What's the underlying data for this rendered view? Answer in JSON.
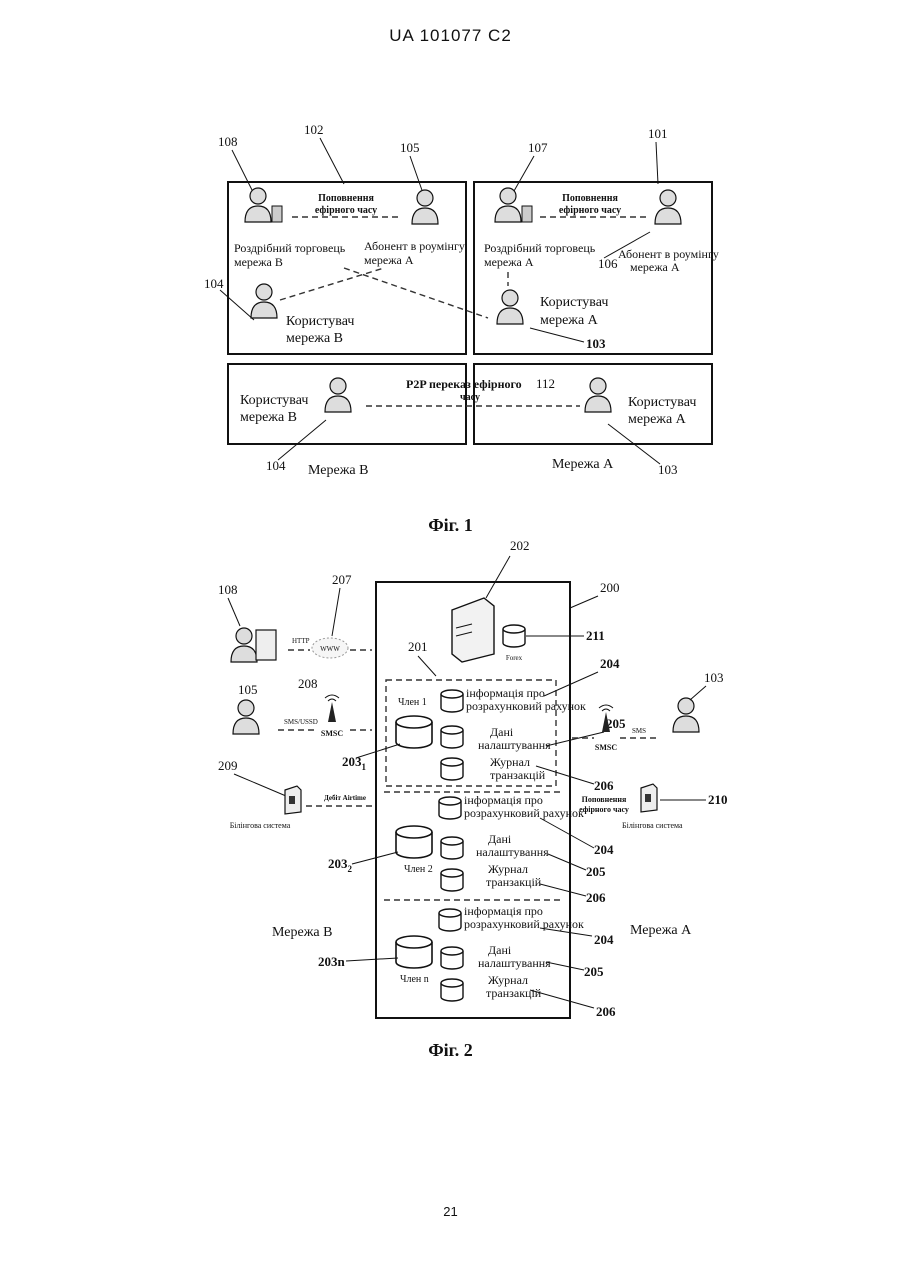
{
  "header": "UA   101077   C2",
  "page_number": "21",
  "fig1": {
    "caption": "Фіг. 1",
    "refs": {
      "r102": "102",
      "r101": "101",
      "r108": "108",
      "r105": "105",
      "r107": "107",
      "r104a": "104",
      "r106": "106",
      "r103a": "103",
      "r112": "112",
      "r104b": "104",
      "r103b": "103"
    },
    "top_left": {
      "refill_l1": "Поповнення",
      "refill_l2": "ефірного часу",
      "retailer_l1": "Роздрібний торговець",
      "retailer_l2": "мережа В",
      "roamer_l1": "Абонент в роумінгу",
      "roamer_l2": "мережа А",
      "user_l1": "Користувач",
      "user_l2": "мережа В"
    },
    "top_right": {
      "refill_l1": "Поповнення",
      "refill_l2": "ефірного часу",
      "retailer_l1": "Роздрібний торговець",
      "retailer_l2": "мережа А",
      "roamer_l1": "Абонент в роумінгу",
      "roamer_l2": "мережа А",
      "user_l1": "Користувач",
      "user_l2": "мережа А"
    },
    "bottom": {
      "p2p_l1": "P2P переказ  ефірного",
      "p2p_l2": "часу",
      "userB_l1": "Користувач",
      "userB_l2": "мережа В",
      "userA_l1": "Користувач",
      "userA_l2": "мережа А",
      "netB": "Мережа В",
      "netA": "Мережа А"
    }
  },
  "fig2": {
    "caption": "Фіг. 2",
    "refs": {
      "r202": "202",
      "r200": "200",
      "r108": "108",
      "r207": "207",
      "r211": "211",
      "r201": "201",
      "r204a": "204",
      "r105": "105",
      "r208": "208",
      "r205a": "205",
      "r103": "103",
      "r203_1": "203",
      "r203_1_sub": "1",
      "r206a": "206",
      "r209": "209",
      "r210": "210",
      "r204b": "204",
      "r203_2": "203",
      "r203_2_sub": "2",
      "r205b": "205",
      "r206b": "206",
      "r204c": "204",
      "r203n": "203n",
      "r205c": "205",
      "r206c": "206"
    },
    "labels": {
      "http": "HTTP",
      "www": "WWW",
      "forex": "Forex",
      "sms_ussd": "SMS/USSD",
      "smsc_left": "SMSC",
      "smsc_right": "SMSC",
      "sms": "SMS",
      "member1": "Член 1",
      "member2": "Член 2",
      "membern": "Член n",
      "billing_left": "Білінгова система",
      "billing_right": "Білінгова система",
      "debit_airtime": "Дебіт Airtime",
      "refill_l1": "Поповнення",
      "refill_l2": "ефірного часу",
      "netB": "Мережа В",
      "netA": "Мережа А"
    },
    "groups": [
      {
        "acct_l1": "інформація про",
        "acct_l2": "розрахунковий рахунок",
        "set_l1": "Дані",
        "set_l2": "налаштування",
        "log_l1": "Журнал",
        "log_l2": "транзакцій"
      },
      {
        "acct_l1": "інформація про",
        "acct_l2": "розрахунковий рахунок",
        "set_l1": "Дані",
        "set_l2": "налаштування",
        "log_l1": "Журнал",
        "log_l2": "транзакцій"
      },
      {
        "acct_l1": "інформація про",
        "acct_l2": "розрахунковий рахунок",
        "set_l1": "Дані",
        "set_l2": "налаштування",
        "log_l1": "Журнал",
        "log_l2": "транзакцій"
      }
    ]
  }
}
